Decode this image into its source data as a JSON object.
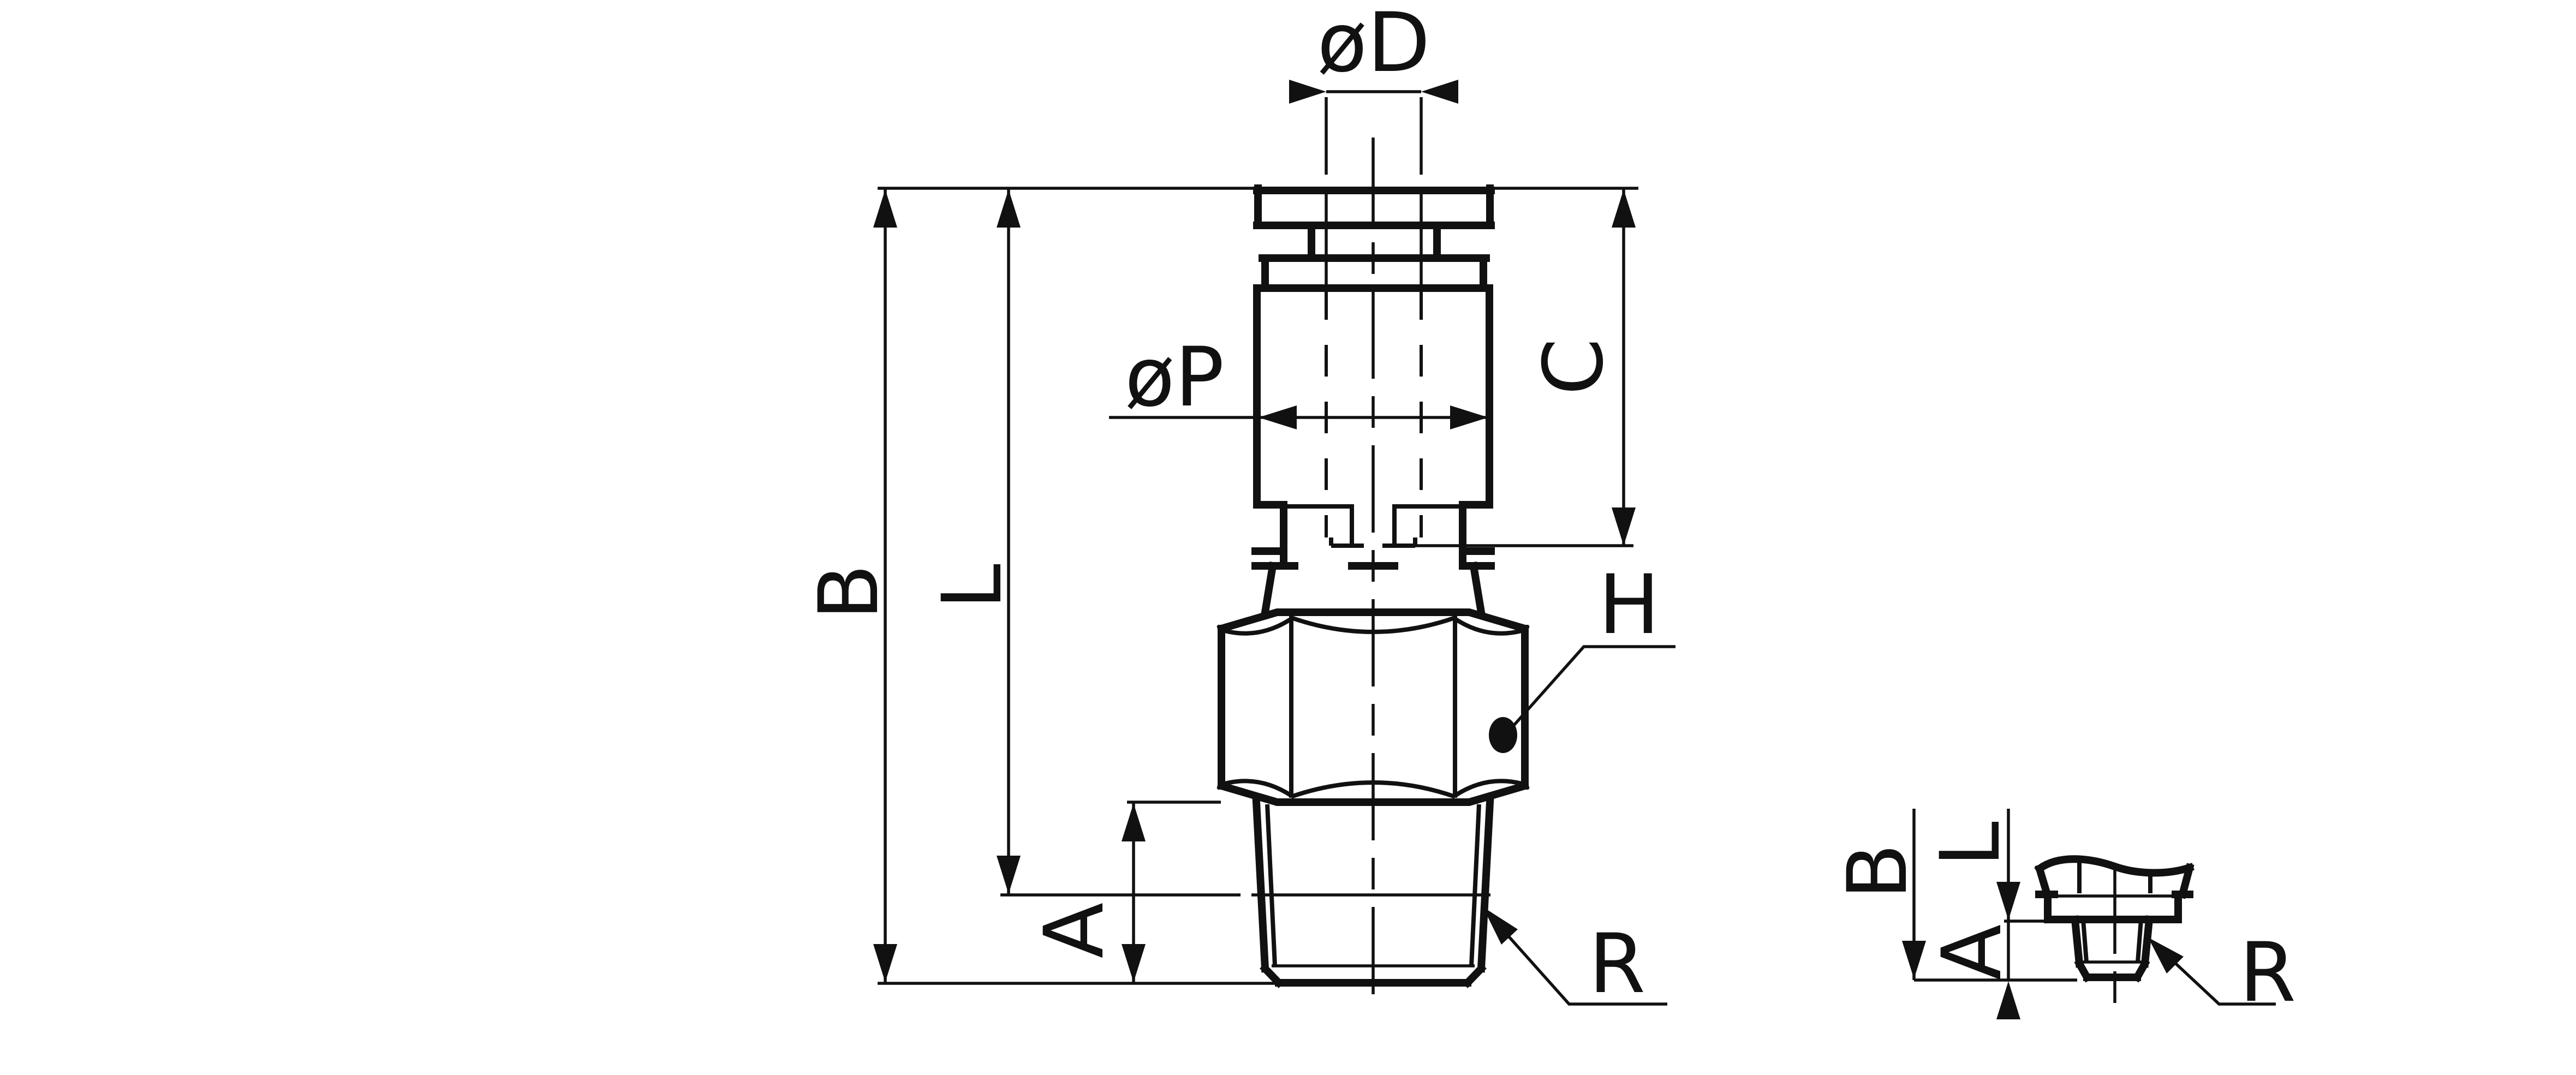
{
  "diagram": {
    "kind": "dimension-drawing",
    "colors": {
      "line": "#111111",
      "background": "#ffffff"
    },
    "views": {
      "front": {
        "labels": {
          "tube_dia": "øD",
          "body_dia": "øP",
          "dim_c": "C",
          "dim_b": "B",
          "dim_l": "L",
          "dim_a": "A",
          "hex_flats": "H",
          "thread": "R"
        }
      },
      "side": {
        "labels": {
          "dim_b": "B",
          "dim_l": "L",
          "dim_a": "A",
          "thread": "R"
        }
      }
    }
  }
}
